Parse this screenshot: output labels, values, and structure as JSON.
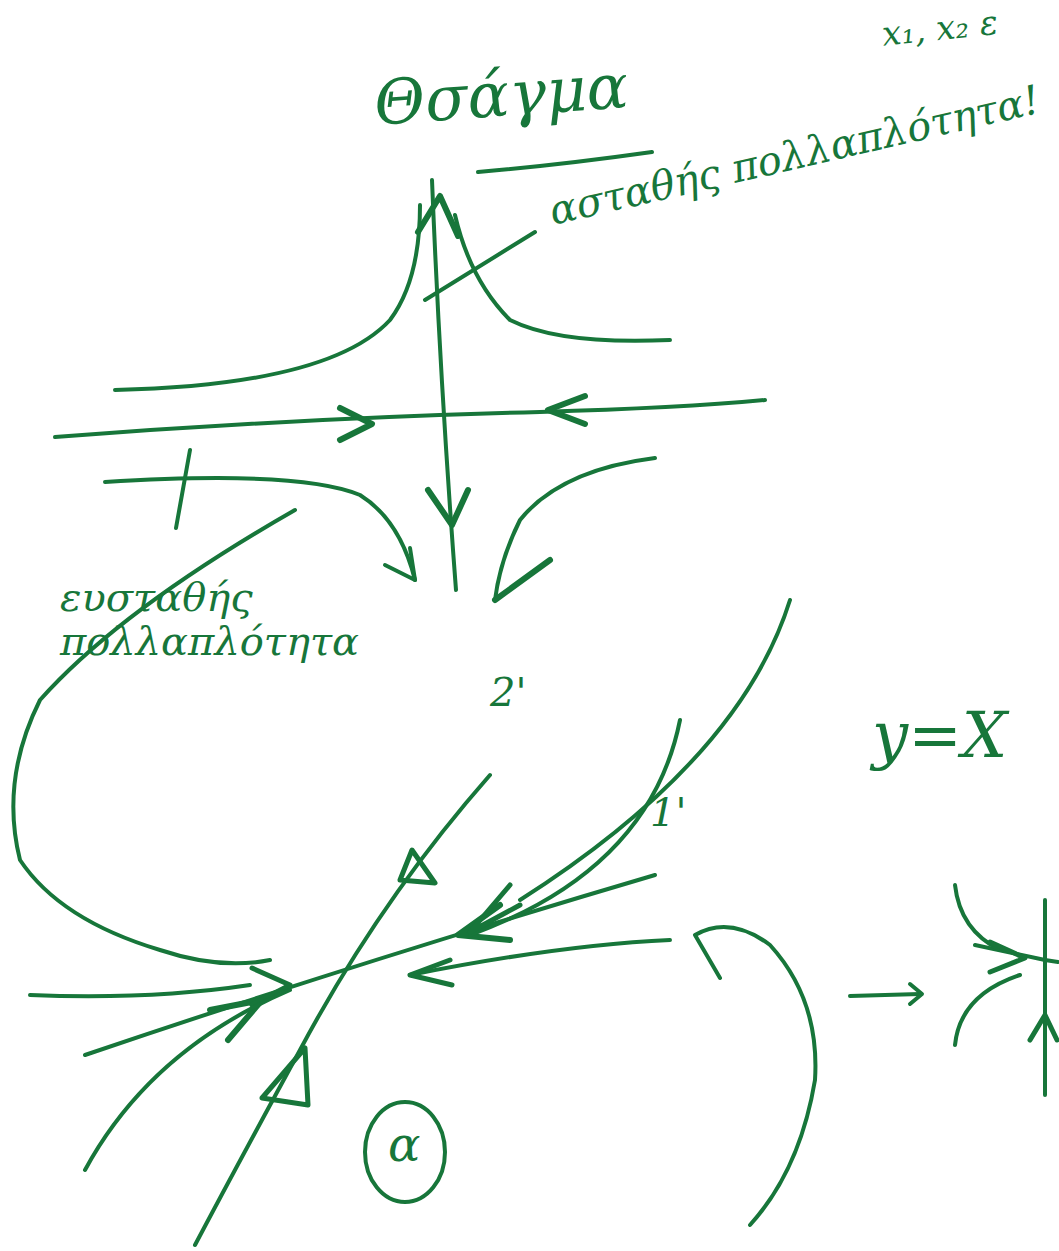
{
  "diagram": {
    "labels": [
      "Θσάγμα",
      "ασταθής πολλαπλότητα!",
      "x₁, x₂ ε",
      "ευσταθής πολλαπλότητα",
      "2'",
      "1'",
      "α",
      "y=X"
    ]
  }
}
